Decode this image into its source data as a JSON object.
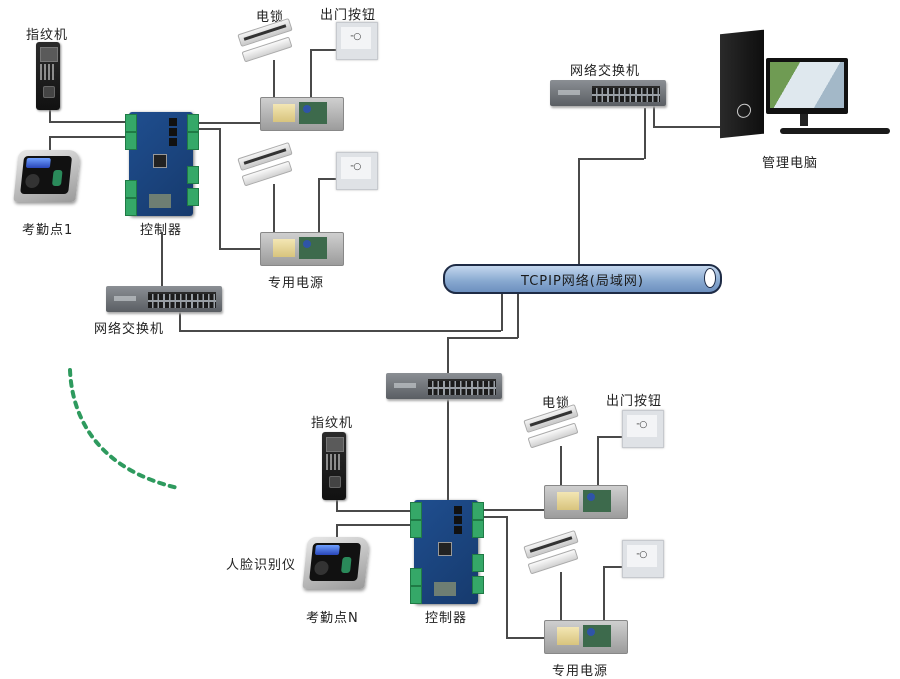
{
  "diagram": {
    "type": "network-topology",
    "subject": "Access control / attendance system over TCP/IP LAN",
    "network": {
      "label": "TCPIP网络(局域网)"
    },
    "management": {
      "switch_label": "网络交换机",
      "pc_label": "管理电脑"
    },
    "site_1": {
      "fingerprint_label": "指纹机",
      "attendance_label": "考勤点1",
      "controller_label": "控制器",
      "switch_label": "网络交换机",
      "lock_label": "电锁",
      "exit_button_label": "出门按钮",
      "power_label": "专用电源"
    },
    "site_n": {
      "fingerprint_label": "指纹机",
      "face_label": "人脸识别仪",
      "attendance_label": "考勤点N",
      "controller_label": "控制器",
      "lock_label": "电锁",
      "exit_button_label": "出门按钮",
      "power_label": "专用电源"
    },
    "colors": {
      "wire": "#4a4a4a",
      "pipe_fill": "#86a7cf",
      "pipe_border": "#1e2b45",
      "board": "#1f4e8f",
      "terminal": "#35a868",
      "dotted_arc": "#2e9a5e"
    },
    "edges": [
      [
        "site_1.fingerprint",
        "site_1.controller"
      ],
      [
        "site_1.face_terminal",
        "site_1.controller"
      ],
      [
        "site_1.controller",
        "site_1.power_1"
      ],
      [
        "site_1.controller",
        "site_1.power_2"
      ],
      [
        "site_1.lock_1",
        "site_1.power_1"
      ],
      [
        "site_1.exit_button_1",
        "site_1.power_1"
      ],
      [
        "site_1.lock_2",
        "site_1.power_2"
      ],
      [
        "site_1.exit_button_2",
        "site_1.power_2"
      ],
      [
        "site_1.controller",
        "site_1.switch"
      ],
      [
        "site_1.switch",
        "network"
      ],
      [
        "management.switch",
        "network"
      ],
      [
        "management.switch",
        "management.pc"
      ],
      [
        "network",
        "site_n.switch"
      ],
      [
        "site_n.switch",
        "site_n.controller"
      ],
      [
        "site_n.fingerprint",
        "site_n.controller"
      ],
      [
        "site_n.face_terminal",
        "site_n.controller"
      ],
      [
        "site_n.controller",
        "site_n.power_1"
      ],
      [
        "site_n.controller",
        "site_n.power_2"
      ],
      [
        "site_n.lock_1",
        "site_n.power_1"
      ],
      [
        "site_n.exit_button_1",
        "site_n.power_1"
      ],
      [
        "site_n.lock_2",
        "site_n.power_2"
      ],
      [
        "site_n.exit_button_2",
        "site_n.power_2"
      ]
    ]
  }
}
